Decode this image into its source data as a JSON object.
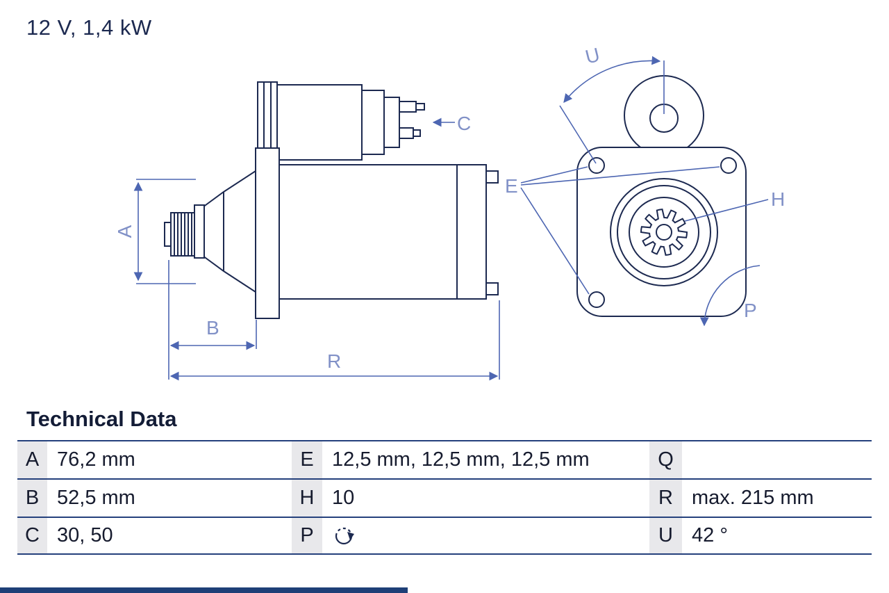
{
  "page": {
    "title": "12 V, 1,4 kW"
  },
  "diagram": {
    "description": "starter-motor-technical-drawing-side-and-front-view",
    "labels": {
      "A": "A",
      "B": "B",
      "C": "C",
      "E": "E",
      "H": "H",
      "P": "P",
      "R": "R",
      "U": "U"
    }
  },
  "table": {
    "heading": "Technical Data",
    "rows": [
      {
        "cells": [
          {
            "key": "A",
            "value": "76,2 mm"
          },
          {
            "key": "E",
            "value": "12,5 mm, 12,5 mm, 12,5 mm"
          },
          {
            "key": "Q",
            "value": ""
          }
        ]
      },
      {
        "cells": [
          {
            "key": "B",
            "value": "52,5 mm"
          },
          {
            "key": "H",
            "value": "10"
          },
          {
            "key": "R",
            "value": "max. 215 mm"
          }
        ]
      },
      {
        "cells": [
          {
            "key": "C",
            "value": "30, 50"
          },
          {
            "key": "P",
            "value": "",
            "icon": "rotation-direction-icon"
          },
          {
            "key": "U",
            "value": "42 °"
          }
        ]
      }
    ]
  },
  "colors": {
    "line": "#1c2950",
    "dim": "#4d66b2",
    "lbl": "#8191c7",
    "tbl": "#24407c",
    "keybg": "#e8e8eb",
    "footer": "#1e3f77",
    "text": "#161b2e"
  }
}
